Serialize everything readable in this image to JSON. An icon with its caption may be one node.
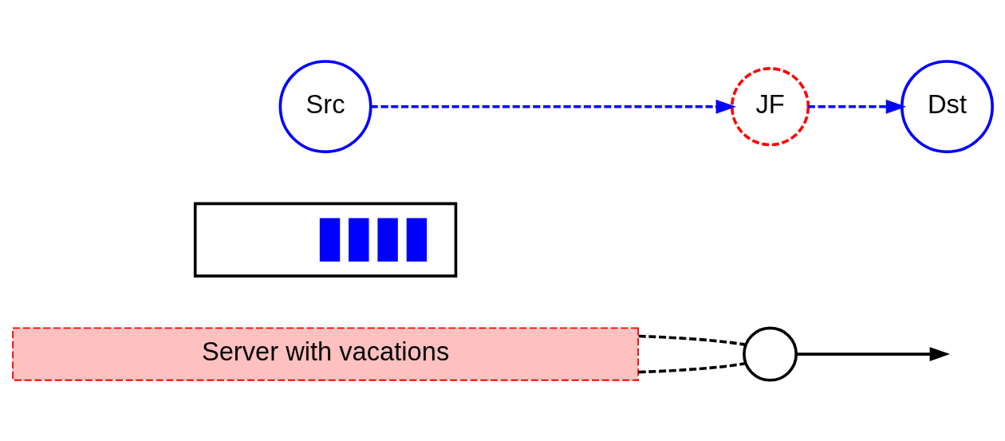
{
  "diagram": {
    "nodes": [
      {
        "text": [
          "Server with vacations"
        ]
      },
      {
        "text": [],
        "shape": "box"
      },
      {
        "text": [],
        "shape": "circle"
      },
      {
        "text": [
          "Src"
        ]
      },
      {
        "text": [
          "JF"
        ]
      },
      {
        "text": [
          "Dst"
        ]
      }
    ],
    "edges": [
      {
        "from": 0,
        "to": 2,
        "arrow": "none",
        "style": "dashed"
      },
      {
        "from": 0,
        "to": 2,
        "arrow": "none",
        "style": "dashed"
      },
      {
        "from": 2,
        "to": null,
        "arrow": "to"
      },
      {
        "from": 3,
        "to": 4,
        "arrow": "to",
        "style": "dashed",
        "color": "#0000ff"
      },
      {
        "from": 4,
        "to": 5,
        "arrow": "to",
        "style": "dashed",
        "color": "#0000ff"
      }
    ]
  }
}
